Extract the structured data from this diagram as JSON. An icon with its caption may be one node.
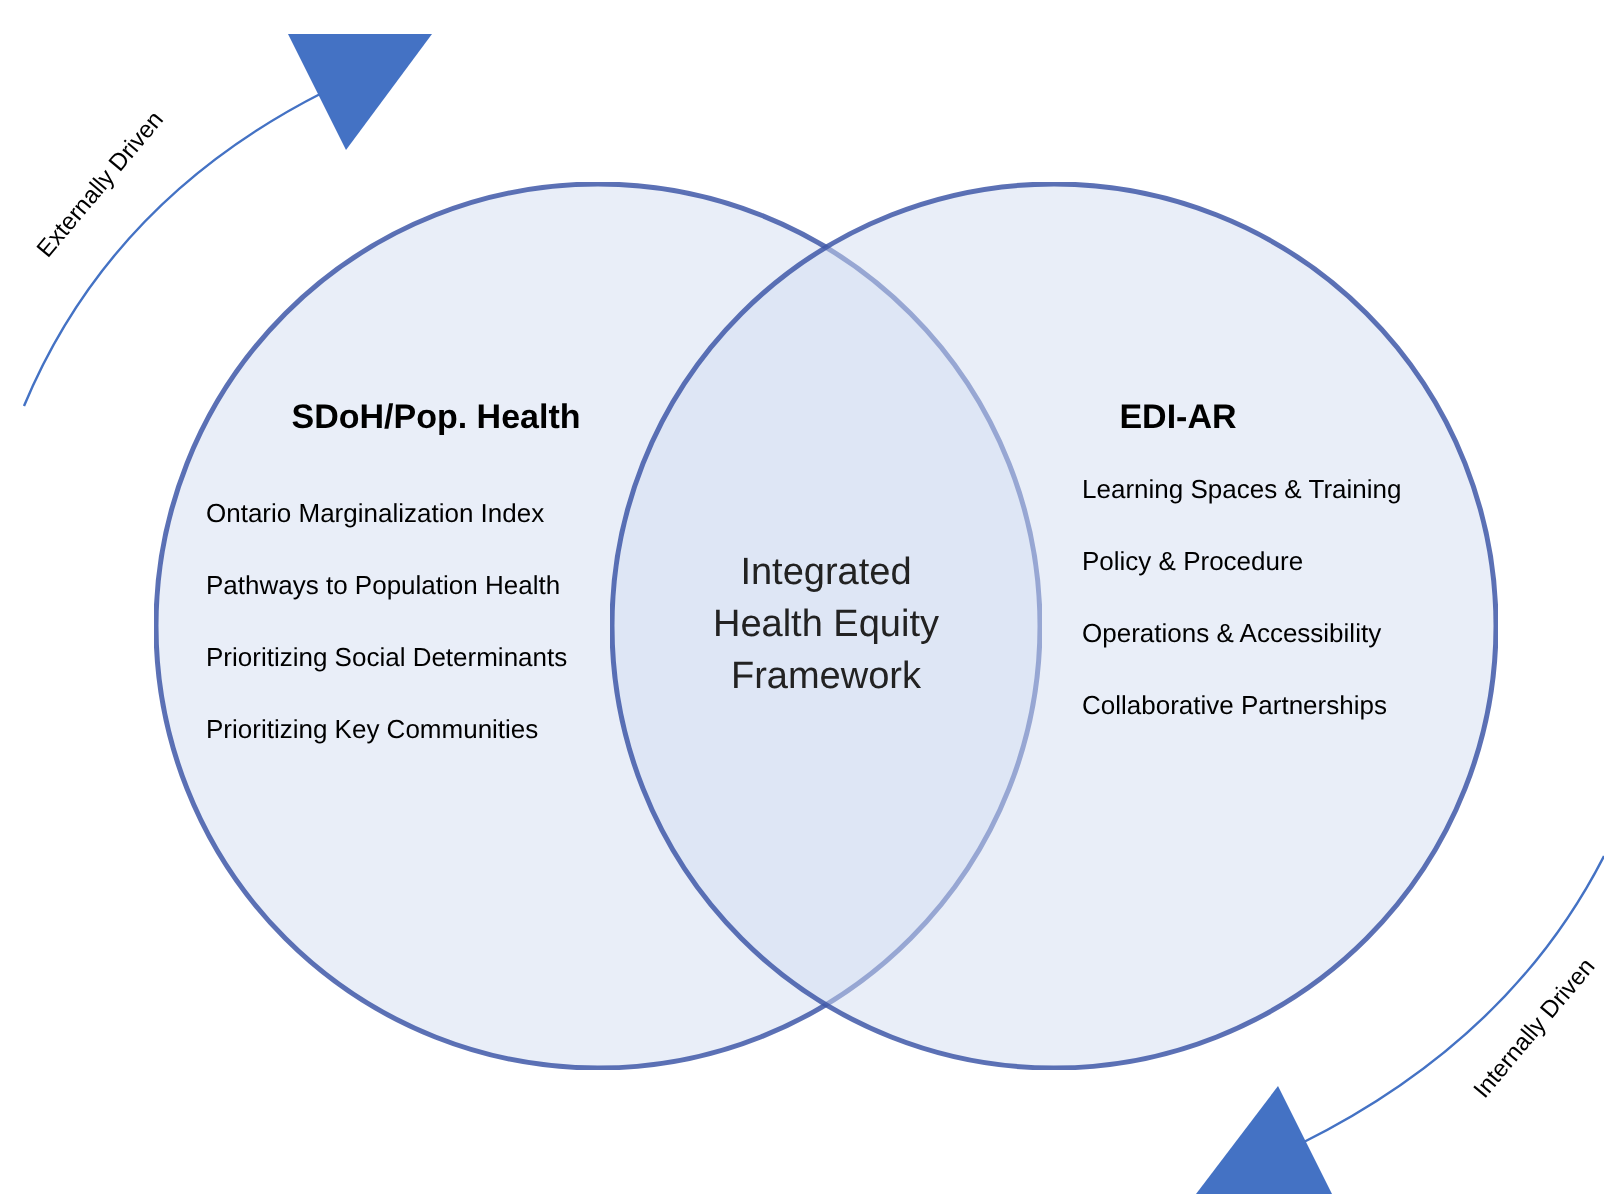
{
  "diagram": {
    "nodes": [
      {
        "text": [
          "SDoH/Pop. Health",
          "Ontario Marginalization Index",
          "Pathways to Population Health",
          "Prioritizing Social Determinants",
          "Prioritizing Key Communities"
        ]
      },
      {
        "text": [
          "EDI-AR",
          "Learning Spaces & Training",
          "Policy & Procedure",
          "Operations & Accessibility",
          "Collaborative Partnerships"
        ]
      },
      {
        "text": [
          "Integrated Health Equity Framework"
        ]
      }
    ],
    "edges": [],
    "labels": [
      "Externally Driven",
      "Internally Driven"
    ]
  }
}
